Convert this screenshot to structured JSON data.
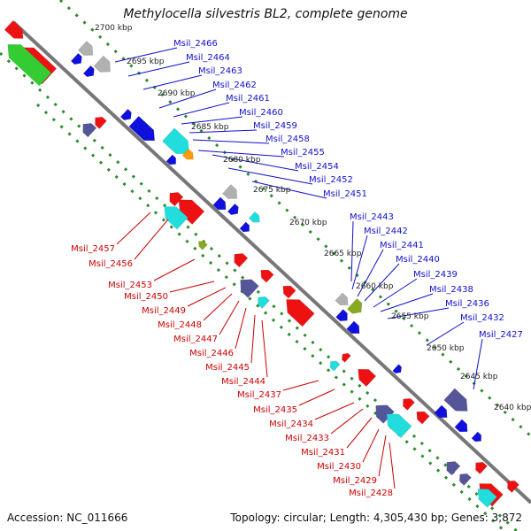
{
  "title": "Methylocella silvestris BL2, complete genome",
  "footer": {
    "accession": "Accession: NC_011666",
    "summary": "Topology: circular; Length: 4,305,430 bp; Genes: 3,872"
  },
  "colors": {
    "backbone": "#777777",
    "ticks": "#2e8b2e",
    "plus_label": "#1010cc",
    "minus_label": "#cc0000",
    "kbp_label": "#222222"
  },
  "kbp_ticks": [
    "2700 kbp",
    "2695 kbp",
    "2690 kbp",
    "2685 kbp",
    "2680 kbp",
    "2675 kbp",
    "2670 kbp",
    "2665 kbp",
    "2660 kbp",
    "2655 kbp",
    "2650 kbp",
    "2645 kbp",
    "2640 kbp"
  ],
  "plus_labels": [
    "Msil_2466",
    "Msil_2464",
    "Msil_2463",
    "Msil_2462",
    "Msil_2461",
    "Msil_2460",
    "Msil_2459",
    "Msil_2458",
    "Msil_2455",
    "Msil_2454",
    "Msil_2452",
    "Msil_2451",
    "Msil_2443",
    "Msil_2442",
    "Msil_2441",
    "Msil_2440",
    "Msil_2439",
    "Msil_2438",
    "Msil_2436",
    "Msil_2432",
    "Msil_2427"
  ],
  "minus_labels": [
    "Msil_2457",
    "Msil_2456",
    "Msil_2453",
    "Msil_2450",
    "Msil_2449",
    "Msil_2448",
    "Msil_2447",
    "Msil_2446",
    "Msil_2445",
    "Msil_2444",
    "Msil_2437",
    "Msil_2435",
    "Msil_2434",
    "Msil_2433",
    "Msil_2431",
    "Msil_2430",
    "Msil_2429",
    "Msil_2428"
  ],
  "gene_color_names": [
    "blue-cds",
    "red-cds",
    "cyan-cds",
    "slate-cds",
    "grey-cds",
    "green-cds",
    "olive-cds",
    "orange-cds"
  ]
}
